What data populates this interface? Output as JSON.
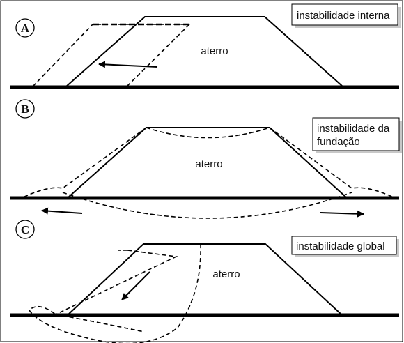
{
  "panels": [
    {
      "letter": "A",
      "title": "instabilidade interna",
      "fill_label": "aterro"
    },
    {
      "letter": "B",
      "title_line1": "instabilidade da",
      "title_line2": "fundação",
      "fill_label": "aterro"
    },
    {
      "letter": "C",
      "title": "instabilidade global",
      "fill_label": "aterro"
    }
  ]
}
